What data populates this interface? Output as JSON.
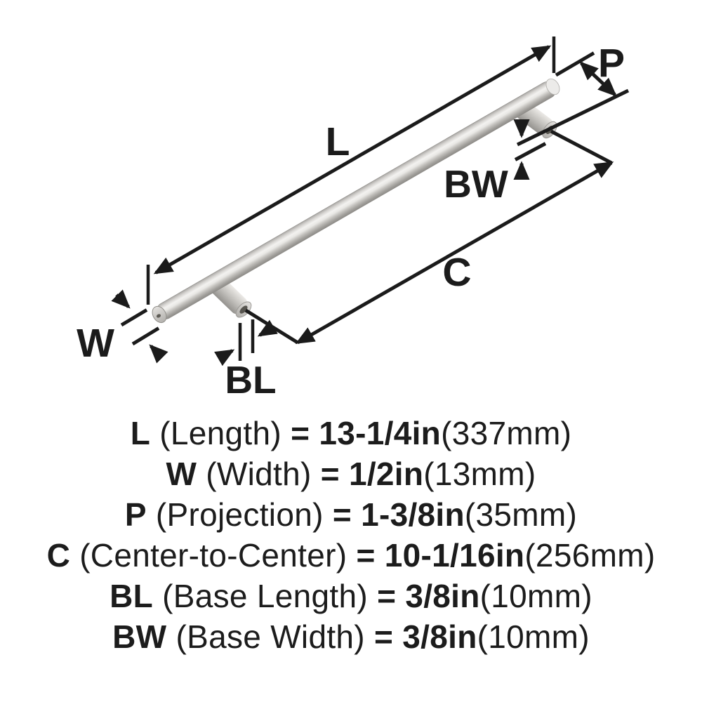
{
  "diagram": {
    "labels": {
      "length": "L",
      "projection": "P",
      "base_width": "BW",
      "center_to_center": "C",
      "width": "W",
      "base_length": "BL"
    }
  },
  "specs": {
    "rows": [
      {
        "abbr": "L",
        "label": "(Length)",
        "equals": "=",
        "value": "13-1/4in",
        "metric": "(337mm)"
      },
      {
        "abbr": "W",
        "label": "(Width)",
        "equals": "=",
        "value": "1/2in",
        "metric": "(13mm)"
      },
      {
        "abbr": "P",
        "label": "(Projection)",
        "equals": "=",
        "value": "1-3/8in",
        "metric": "(35mm)"
      },
      {
        "abbr": "C",
        "label": "(Center-to-Center)",
        "equals": "=",
        "value": "10-1/16in",
        "metric": "(256mm)"
      },
      {
        "abbr": "BL",
        "label": "(Base Length)",
        "equals": "=",
        "value": "3/8in",
        "metric": "(10mm)"
      },
      {
        "abbr": "BW",
        "label": "(Base Width)",
        "equals": "=",
        "value": "3/8in",
        "metric": "(10mm)"
      }
    ]
  },
  "colors": {
    "background": "#ffffff",
    "line": "#1b1b1b",
    "text": "#1c1c1c",
    "metal_light": "#f3f2f0",
    "metal_dark": "#8e8c88"
  }
}
